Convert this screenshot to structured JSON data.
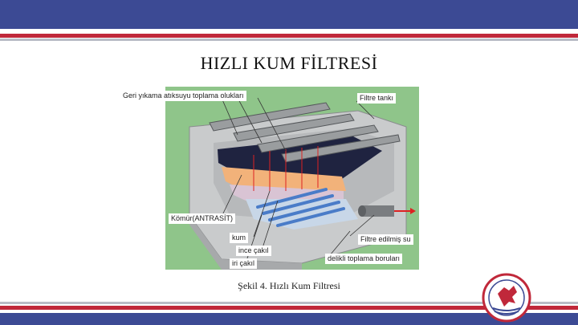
{
  "slide": {
    "title": "HIZLI KUM FİLTRESİ",
    "caption": "Şekil 4. Hızlı Kum Filtresi"
  },
  "figure": {
    "labels": {
      "backwash_trough": "Geri yıkama atıksuyu toplama olukları",
      "filter_tank": "Filtre tankı",
      "anthracite": "Kömür(ANTRASİT)",
      "sand": "kum",
      "fine_gravel": "ince çakıl",
      "coarse_gravel": "iri çakıl",
      "filtered_water": "Filtre edilmiş su",
      "collection_pipes": "delikli toplama boruları"
    }
  },
  "colors": {
    "header_blue": "#3c4a94",
    "stripe_red": "#c0283a",
    "background_green": "#8fc58a",
    "sand_orange": "#f2b27a",
    "anthracite_dark": "#1f2340",
    "pipe_blue": "#4a7cc8"
  }
}
